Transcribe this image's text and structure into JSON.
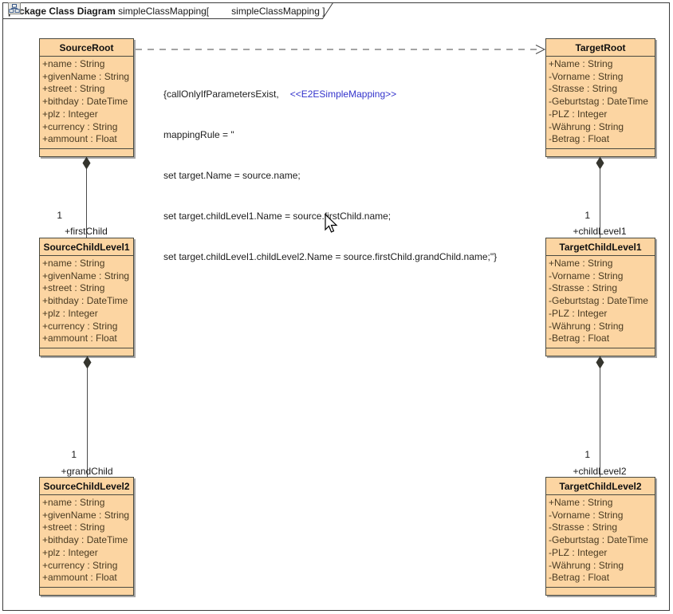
{
  "frame": {
    "keyword": "package Class Diagram",
    "diagram_name": "simpleClassMapping[",
    "tab_suffix": "simpleClassMapping ]",
    "icon": "class-diagram-icon"
  },
  "annotation": {
    "line1_text": "{callOnlyIfParametersExist,",
    "stereotype": "<<E2ESimpleMapping>>",
    "lines": [
      "mappingRule = \"",
      "set target.Name = source.name;",
      "set target.childLevel1.Name = source.firstChild.name;",
      "set target.childLevel1.childLevel2.Name = source.firstChild.grandChild.name;\"}"
    ]
  },
  "classes": [
    {
      "name": "SourceRoot",
      "attributes": [
        "+name : String",
        "+givenName : String",
        "+street : String",
        "+bithday : DateTime",
        "+plz : Integer",
        "+currency : String",
        "+ammount : Float"
      ]
    },
    {
      "name": "TargetRoot",
      "attributes": [
        "+Name : String",
        "-Vorname : String",
        "-Strasse : String",
        "-Geburtstag : DateTime",
        "-PLZ : Integer",
        "-Währung : String",
        "-Betrag : Float"
      ]
    },
    {
      "name": "SourceChildLevel1",
      "attributes": [
        "+name : String",
        "+givenName : String",
        "+street : String",
        "+bithday : DateTime",
        "+plz : Integer",
        "+currency : String",
        "+ammount : Float"
      ]
    },
    {
      "name": "TargetChildLevel1",
      "attributes": [
        "+Name : String",
        "-Vorname : String",
        "-Strasse : String",
        "-Geburtstag : DateTime",
        "-PLZ : Integer",
        "-Währung : String",
        "-Betrag : Float"
      ]
    },
    {
      "name": "SourceChildLevel2",
      "attributes": [
        "+name : String",
        "+givenName : String",
        "+street : String",
        "+bithday : DateTime",
        "+plz : Integer",
        "+currency : String",
        "+ammount : Float"
      ]
    },
    {
      "name": "TargetChildLevel2",
      "attributes": [
        "+Name : String",
        "-Vorname : String",
        "-Strasse : String",
        "-Geburtstag : DateTime",
        "-PLZ : Integer",
        "-Währung : String",
        "-Betrag : Float"
      ]
    }
  ],
  "relations": {
    "firstChild": {
      "multiplicity": "1",
      "role": "+firstChild"
    },
    "grandChild": {
      "multiplicity": "1",
      "role": "+grandChild"
    },
    "childLevel1": {
      "multiplicity": "1",
      "role": "+childLevel1"
    },
    "childLevel2": {
      "multiplicity": "1",
      "role": "+childLevel2"
    }
  },
  "colors": {
    "class_fill": "#FCD5A2",
    "class_border": "#4A4A40",
    "shadow": "#A6A6A6",
    "stereotype_blue": "#3333CC",
    "edge": "#4A4A4A"
  }
}
